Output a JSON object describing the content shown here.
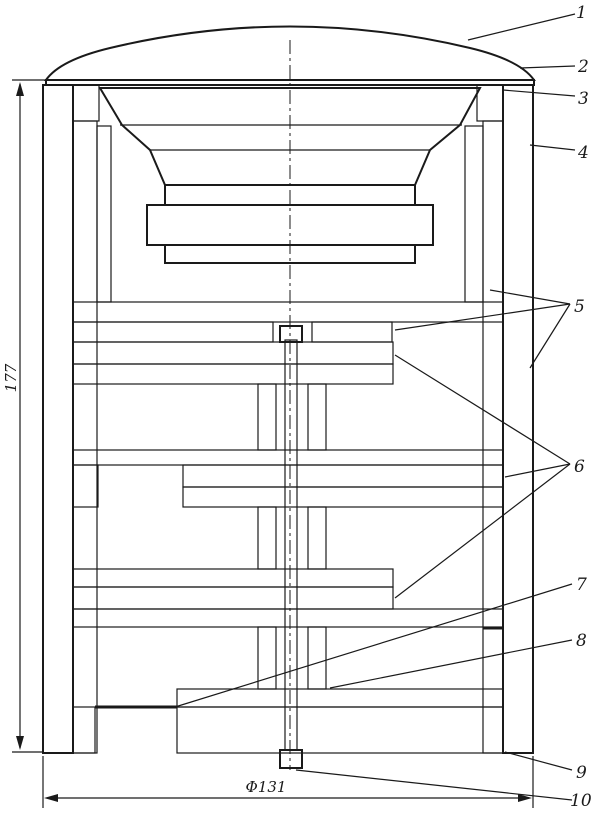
{
  "callouts": [
    "1",
    "2",
    "3",
    "4",
    "5",
    "6",
    "7",
    "8",
    "9",
    "10"
  ],
  "dimensions": {
    "height": "177",
    "diameter": "Φ131"
  }
}
